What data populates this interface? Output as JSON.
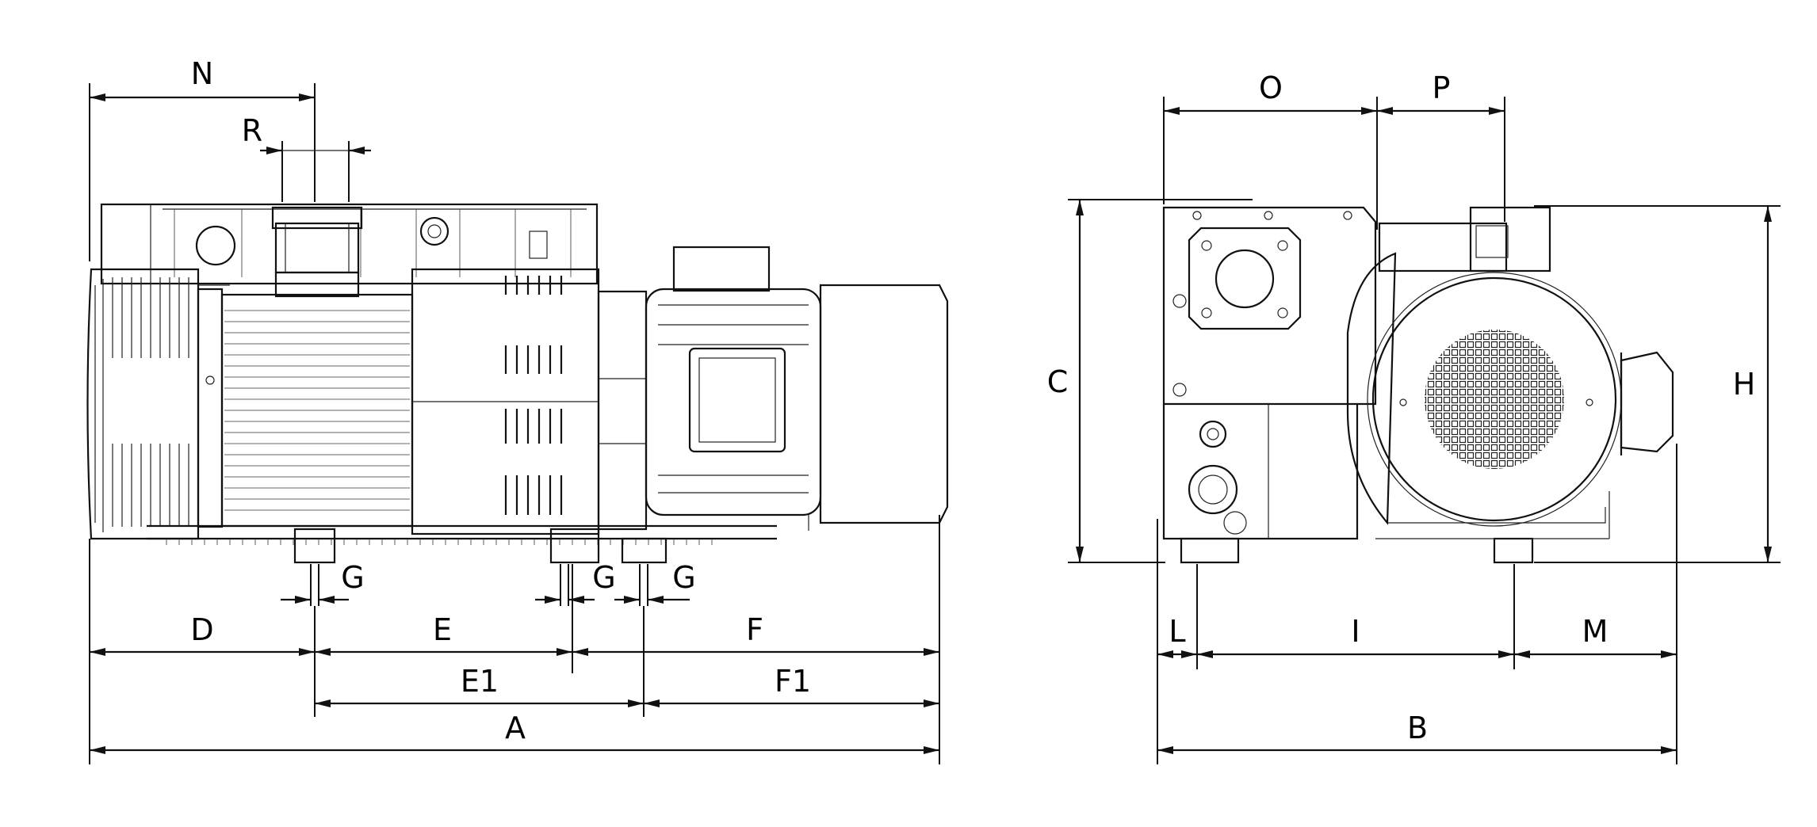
{
  "drawing": {
    "type": "dimension drawing, side view and end view",
    "line_color": "#111111",
    "background": "#ffffff"
  },
  "labels": {
    "N": "N",
    "R": "R",
    "G1": "G",
    "G2": "G",
    "G3": "G",
    "D": "D",
    "E": "E",
    "F": "F",
    "E1": "E1",
    "F1": "F1",
    "A": "A",
    "O": "O",
    "P": "P",
    "C": "C",
    "H": "H",
    "L": "L",
    "I": "I",
    "M": "M",
    "B": "B"
  }
}
